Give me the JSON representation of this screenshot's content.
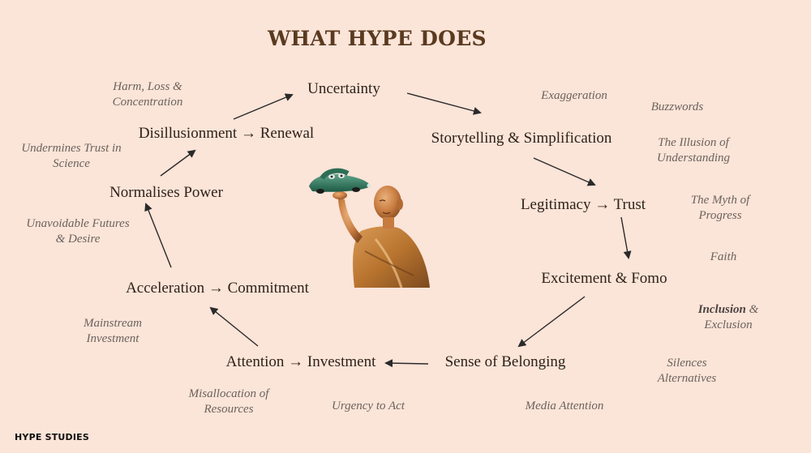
{
  "title": "WHAT HYPE DOES",
  "brand": "HYPE STUDIES",
  "nodes": {
    "uncertainty": "Uncertainty",
    "storytelling": "Storytelling & Simplification",
    "legitimacy": "Legitimacy → Trust",
    "excitement": "Excitement & Fomo",
    "belonging": "Sense of Belonging",
    "attention": "Attention → Investment",
    "acceleration": "Acceleration → Commitment",
    "normalises": "Normalises Power",
    "disillusionment": "Disillusionment → Renewal"
  },
  "notes": {
    "harm": "Harm, Loss & Concentration",
    "undermines": "Undermines Trust in Science",
    "unavoidable": "Unavoidable Futures & Desire",
    "mainstream": "Mainstream Investment",
    "misallocation": "Misallocation of Resources",
    "urgency": "Urgency to Act",
    "media": "Media Attention",
    "silences": "Silences Alternatives",
    "inclusion_bold": "Inclusion",
    "inclusion_rest": " & Exclusion",
    "faith": "Faith",
    "myth": "The Myth of Progress",
    "illusion": "The Illusion of Understanding",
    "buzzwords": "Buzzwords",
    "exaggeration": "Exaggeration"
  },
  "colors": {
    "background": "#fbe4d8",
    "title": "#5a3a1f",
    "node_text": "#2f2219",
    "note_text": "#6b625c",
    "arrow": "#2a2a2a"
  },
  "image": "figure-holding-toy-car"
}
